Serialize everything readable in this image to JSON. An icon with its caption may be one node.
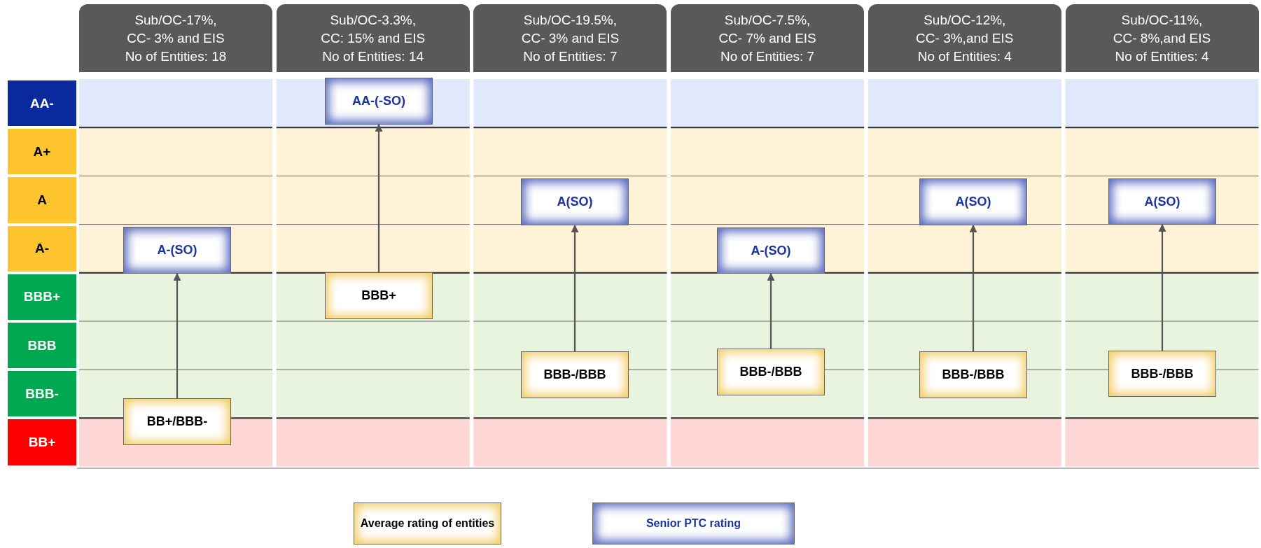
{
  "diagram": {
    "nodes": [
      {
        "text": [
          "Sub/OC-17%, CC- 3% and EIS No of Entities: 18"
        ]
      },
      {
        "text": [
          "Sub/OC-3.3%, CC: 15% and EIS No of Entities: 14"
        ]
      },
      {
        "text": [
          "Sub/OC-19.5%, CC- 3% and EIS No of Entities: 7"
        ]
      },
      {
        "text": [
          "Sub/OC-7.5%, CC- 7% and EIS No of Entities: 7"
        ]
      },
      {
        "text": [
          "Sub/OC-12%, CC- 3%,and EIS No of Entities: 4"
        ]
      },
      {
        "text": [
          "Sub/OC-11%, CC- 8%,and EIS No of Entities: 4"
        ]
      },
      {
        "text": [
          "AA-"
        ]
      },
      {
        "text": [
          "A+"
        ]
      },
      {
        "text": [
          "A"
        ]
      },
      {
        "text": [
          "A-"
        ]
      },
      {
        "text": [
          "BBB+"
        ]
      },
      {
        "text": [
          "BBB"
        ]
      },
      {
        "text": [
          "BBB-"
        ]
      },
      {
        "text": [
          "BB+"
        ]
      },
      {
        "text": [
          "A-(SO)"
        ]
      },
      {
        "text": [
          "BB+/BBB-"
        ]
      },
      {
        "text": [
          "AA-(-SO)"
        ]
      },
      {
        "text": [
          "BBB+"
        ]
      },
      {
        "text": [
          "A(SO)"
        ]
      },
      {
        "text": [
          "BBB-/BBB"
        ]
      },
      {
        "text": [
          "A-(SO)"
        ]
      },
      {
        "text": [
          "BBB-/BBB"
        ]
      },
      {
        "text": [
          "A(SO)"
        ]
      },
      {
        "text": [
          "BBB-/BBB"
        ]
      },
      {
        "text": [
          "A(SO)"
        ]
      },
      {
        "text": [
          "BBB-/BBB"
        ]
      }
    ],
    "edges": [
      {
        "from": 15,
        "to": 14,
        "arrow": "to"
      },
      {
        "from": 17,
        "to": 16,
        "arrow": "to"
      },
      {
        "from": 19,
        "to": 18,
        "arrow": "to"
      },
      {
        "from": 21,
        "to": 20,
        "arrow": "to"
      },
      {
        "from": 23,
        "to": 22,
        "arrow": "to"
      },
      {
        "from": 25,
        "to": 24,
        "arrow": "to"
      }
    ],
    "legend": [
      {
        "text": "Average rating of entities"
      },
      {
        "text": "Senior PTC rating"
      }
    ]
  }
}
